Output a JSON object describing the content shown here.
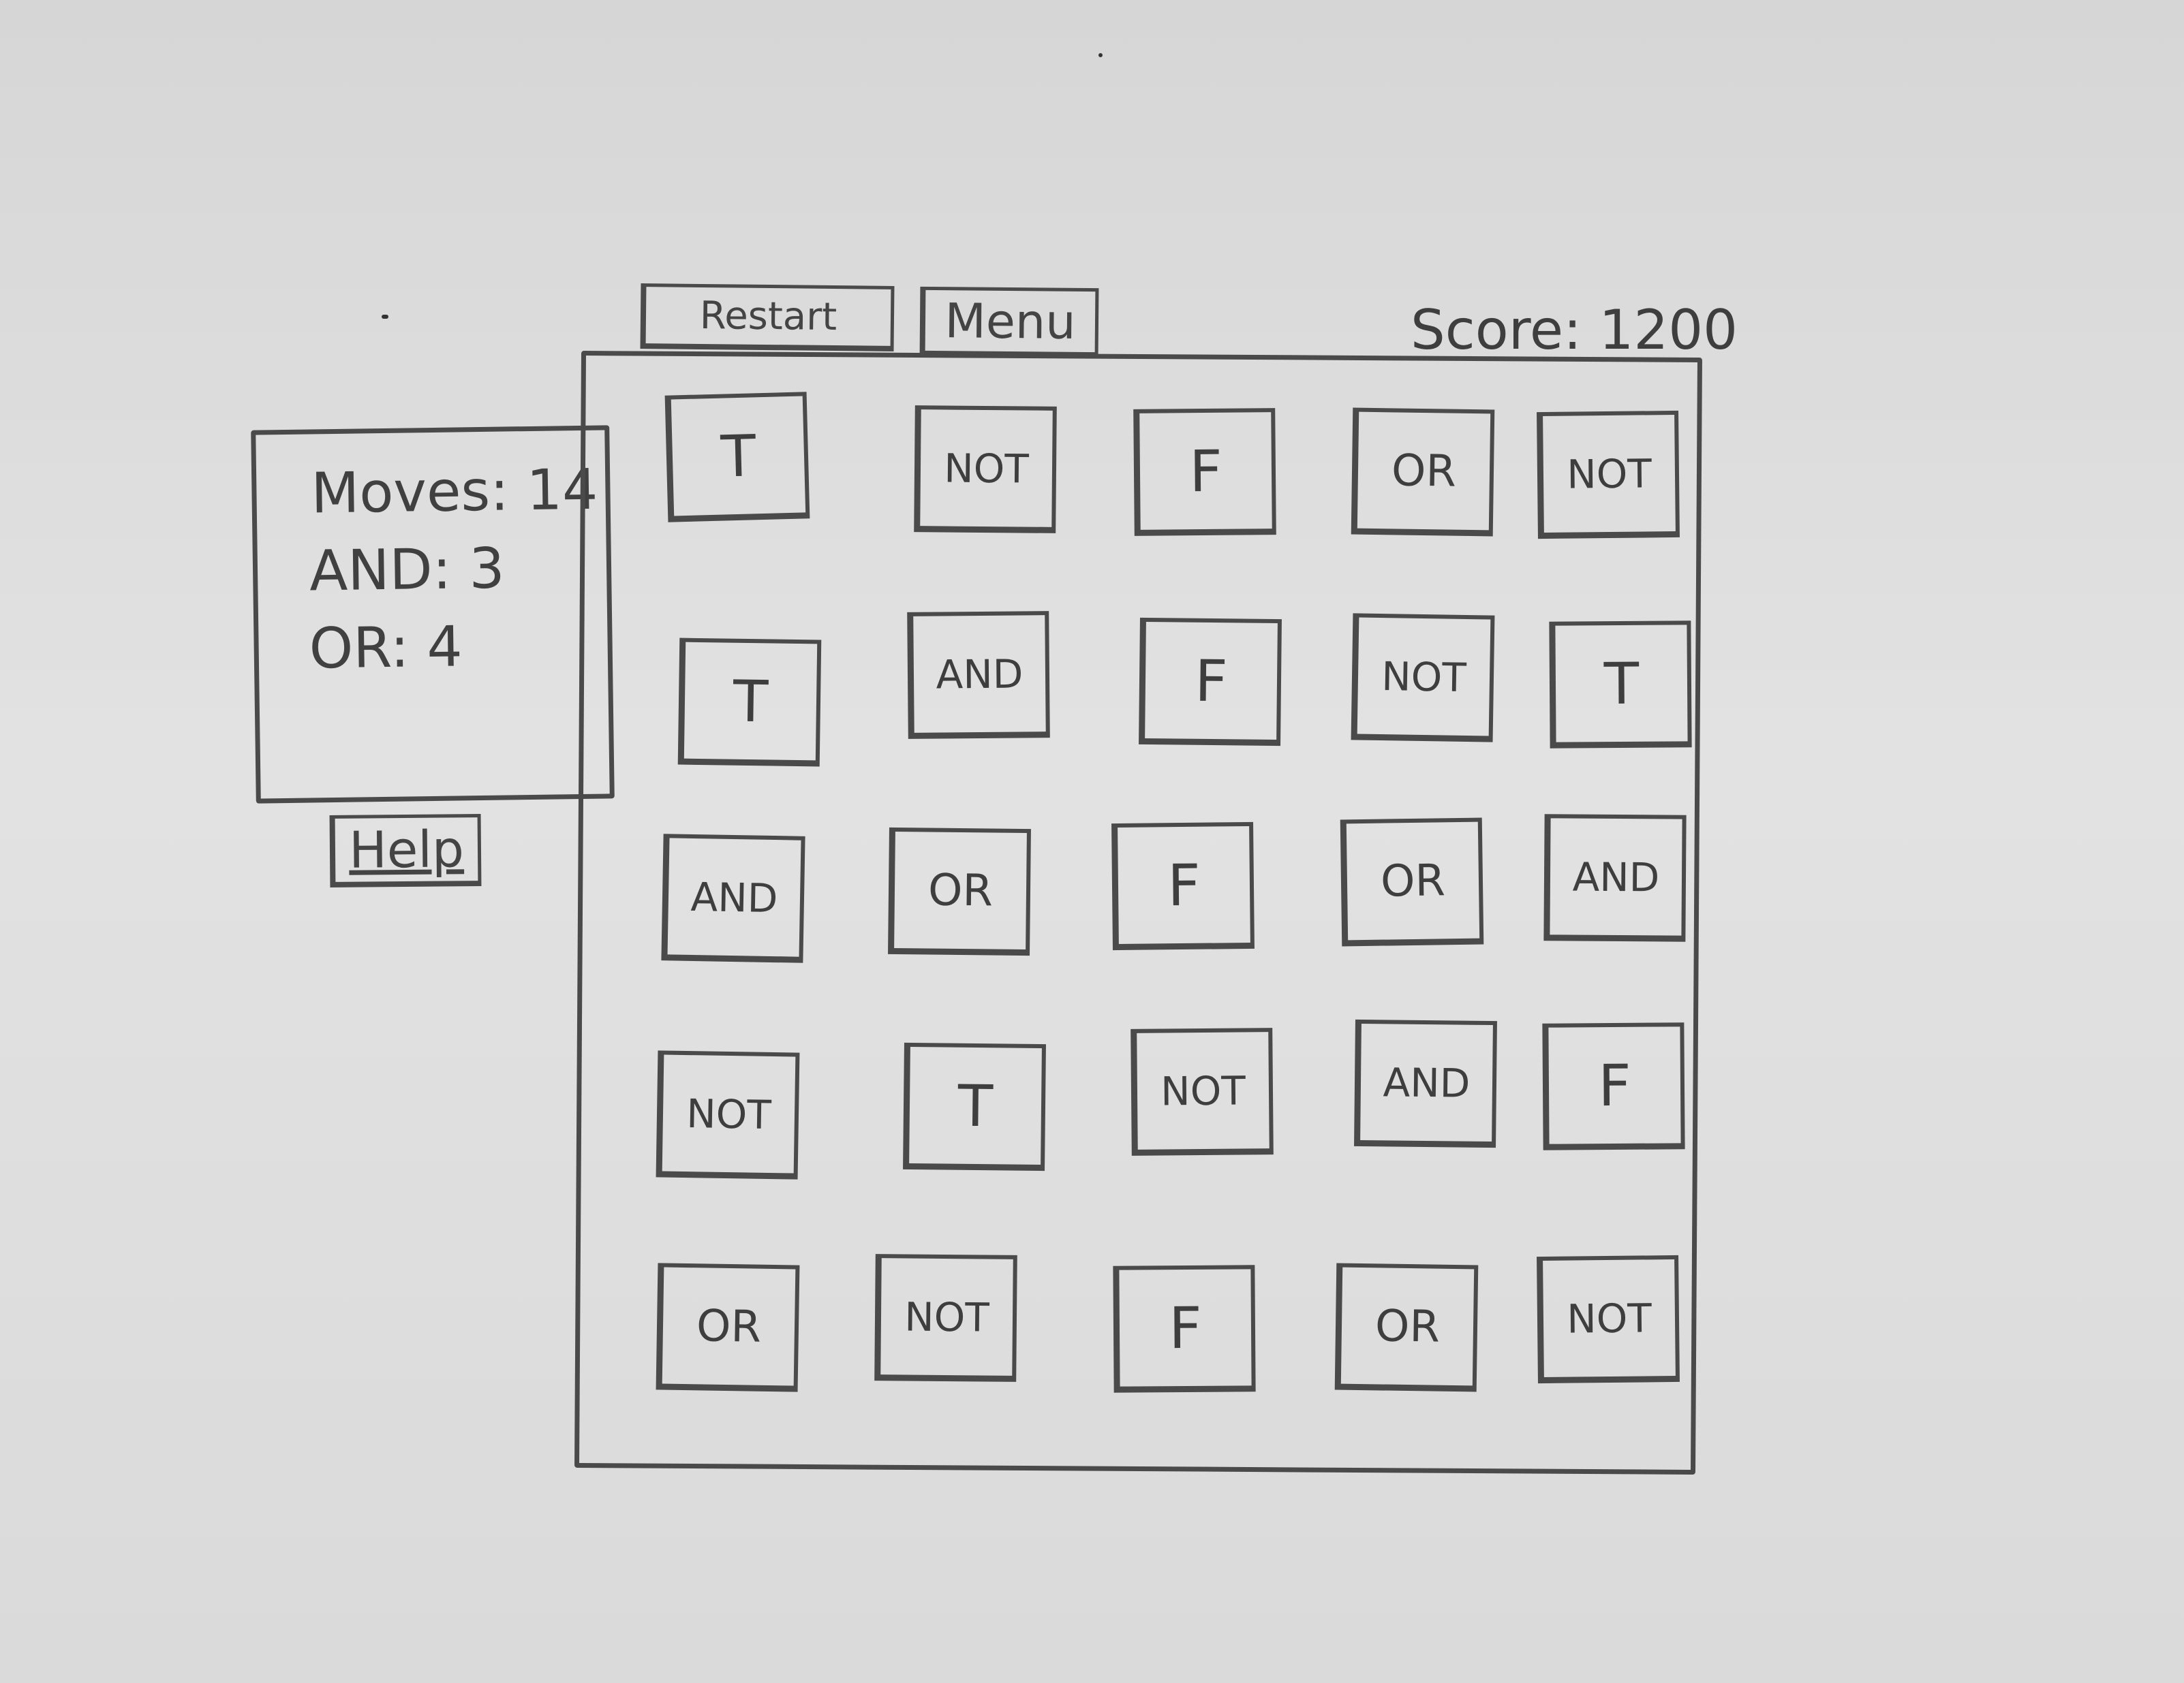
{
  "toolbar": {
    "restart_label": "Restart",
    "menu_label": "Menu"
  },
  "score": {
    "text": "Score: 1200"
  },
  "stats": {
    "moves": "Moves: 14",
    "and_count": "AND: 3",
    "or_count": "OR: 4"
  },
  "help": {
    "label": "Help"
  },
  "board": {
    "rows": [
      [
        "T",
        "NOT",
        "F",
        "OR",
        "NOT"
      ],
      [
        "T",
        "AND",
        "F",
        "NOT",
        "T"
      ],
      [
        "AND",
        "OR",
        "F",
        "OR",
        "AND"
      ],
      [
        "NOT",
        "T",
        "NOT",
        "AND",
        "F"
      ],
      [
        "OR",
        "NOT",
        "F",
        "OR",
        "NOT"
      ]
    ]
  }
}
